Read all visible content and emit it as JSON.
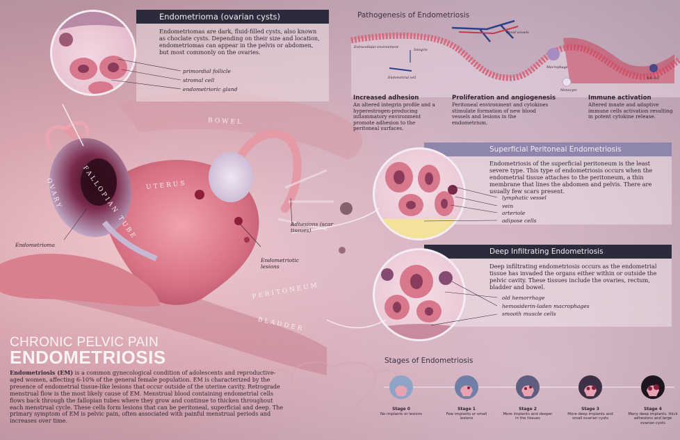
{
  "endometrioma": {
    "title": "Endometrioma (ovarian cysts)",
    "text": "Endometriomas are dark, fluid-filled cysts, also known as choclate cysts. Depending on their size and location, endometriomas can appear in the pelvis or abdomen, but most commonly on the ovaries.",
    "labels": [
      "primordial follicle",
      "stromal cell",
      "endometrioric gland"
    ]
  },
  "pathogenesis": {
    "title": "Pathogenesis of Endometriosis",
    "labels": {
      "extracellular": "Extracellular environment",
      "integrin": "Integrin",
      "endometrial_cell": "Endometrial cell",
      "blood_vessels": "Blood vessels",
      "macrophage": "Macrophage",
      "monocyte": "Monocyte",
      "nk_cell": "NK cell"
    },
    "steps": [
      {
        "title": "Increased adhesion",
        "text": "An altered integrin profile and a hyperestrogen-producing inflammatory environment promote adhesion to the peritoneal surfaces."
      },
      {
        "title": "Proliferation and angiogenesis",
        "text": "Peritoneal environment and cytokines stimulate formation of new blood vessels and lesions in the endometrium."
      },
      {
        "title": "Immune activation",
        "text": "Altered innate and adaptive immune cells activation resulting in potent cytokine release."
      }
    ]
  },
  "superficial": {
    "title": "Superficial Peritoneal Endometriosis",
    "text": "Endometriosis of the superficial peritoneum is the least severe type. This type of endometriosis occurs when the endometrial tissue attaches to the peritoneum, a thin membrane that lines the abdomen and pelvis. There are usually few scars present.",
    "labels": [
      "lymphatic vessel",
      "vein",
      "arteriole",
      "adipose cells"
    ]
  },
  "deep": {
    "title": "Deep Infiltrating Endometriosis",
    "text": "Deep infiltrating endometriosis occurs as the endometrial tissue has invaded the organs either within or outside the pelvic cavity. These tissues include the ovaries, rectum, bladder and bowel.",
    "labels": [
      "old hemorrhage",
      "hemosiderin-laden macrophages",
      "smooth muscle cells"
    ]
  },
  "anatomy": {
    "bowel": "BOWEL",
    "fallopian": "FALLOPIAN TUBE",
    "uterus": "UTERUS",
    "ovary": "OVARY",
    "peritoneum": "PERITONEUM",
    "bladder": "BLADDER",
    "endometrioma": "Endometrioma",
    "lesions": "Endometriotic lesions",
    "adhesions": "Adhesions (scar tissues)"
  },
  "title": {
    "kicker": "CHRONIC PELVIC PAIN",
    "main": "ENDOMETRIOSIS"
  },
  "intro": {
    "lead": "Endometriosis (EM)",
    "text": " is a common gynecological condition of adolescents and reproductive-aged women, affecting 6-10% of the general female population. EM is characterized by the presence of endometrial tissue-like lesions that occur outside of the uterine cavity. Retrograde menstrual flow is the most likely cause of EM. Menstrual blood containing endometrial cells flows back through the fallopian tubes where they grow and continue to thicken throughout each menstrual cycle. These cells form lesions that can be peritoneal, superficial and deep. The primary symptom of EM is pelvic pain, often associated with painful menstrual periods and increases over time."
  },
  "stages": {
    "title": "Stages of Endometriosis",
    "items": [
      {
        "label": "Stage 0",
        "desc": "No implants or lesions"
      },
      {
        "label": "Stage 1",
        "desc": "Few implants or small lesions"
      },
      {
        "label": "Stage 2",
        "desc": "More implants and deeper in the tissues"
      },
      {
        "label": "Stage 3",
        "desc": "More deep implants and small ovarian cysts"
      },
      {
        "label": "Stage 4",
        "desc": "Many deep implants, thick adhesions and large ovarian cysts"
      }
    ]
  },
  "colors": {
    "header_bg": "#2b2b3c",
    "tissue": "#e07d8d",
    "lesion": "#8a1f3a",
    "accent": "#c2475e"
  }
}
